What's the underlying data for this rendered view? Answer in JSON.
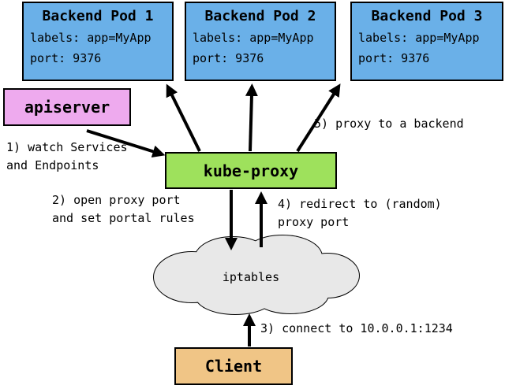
{
  "diagram": {
    "pods": [
      {
        "title": "Backend Pod 1",
        "labels_line": "labels: app=MyApp",
        "port_line": "port: 9376"
      },
      {
        "title": "Backend Pod 2",
        "labels_line": "labels: app=MyApp",
        "port_line": "port: 9376"
      },
      {
        "title": "Backend Pod 3",
        "labels_line": "labels: app=MyApp",
        "port_line": "port: 9376"
      }
    ],
    "nodes": {
      "apiserver": "apiserver",
      "kube_proxy": "kube-proxy",
      "iptables": "iptables",
      "client": "Client"
    },
    "annotations": {
      "step1": "1) watch Services\nand Endpoints",
      "step2": "2) open proxy port\nand set portal rules",
      "step3": "3) connect to 10.0.0.1:1234",
      "step4": "4) redirect to (random)\nproxy port",
      "step5": "5) proxy to a backend"
    },
    "colors": {
      "pod_fill": "#6ab0e8",
      "apiserver_fill": "#eeaaee",
      "kube_proxy_fill": "#9ee15c",
      "client_fill": "#f0c586",
      "cloud_fill": "#e8e8e8",
      "arrow_color": "#000000"
    }
  }
}
